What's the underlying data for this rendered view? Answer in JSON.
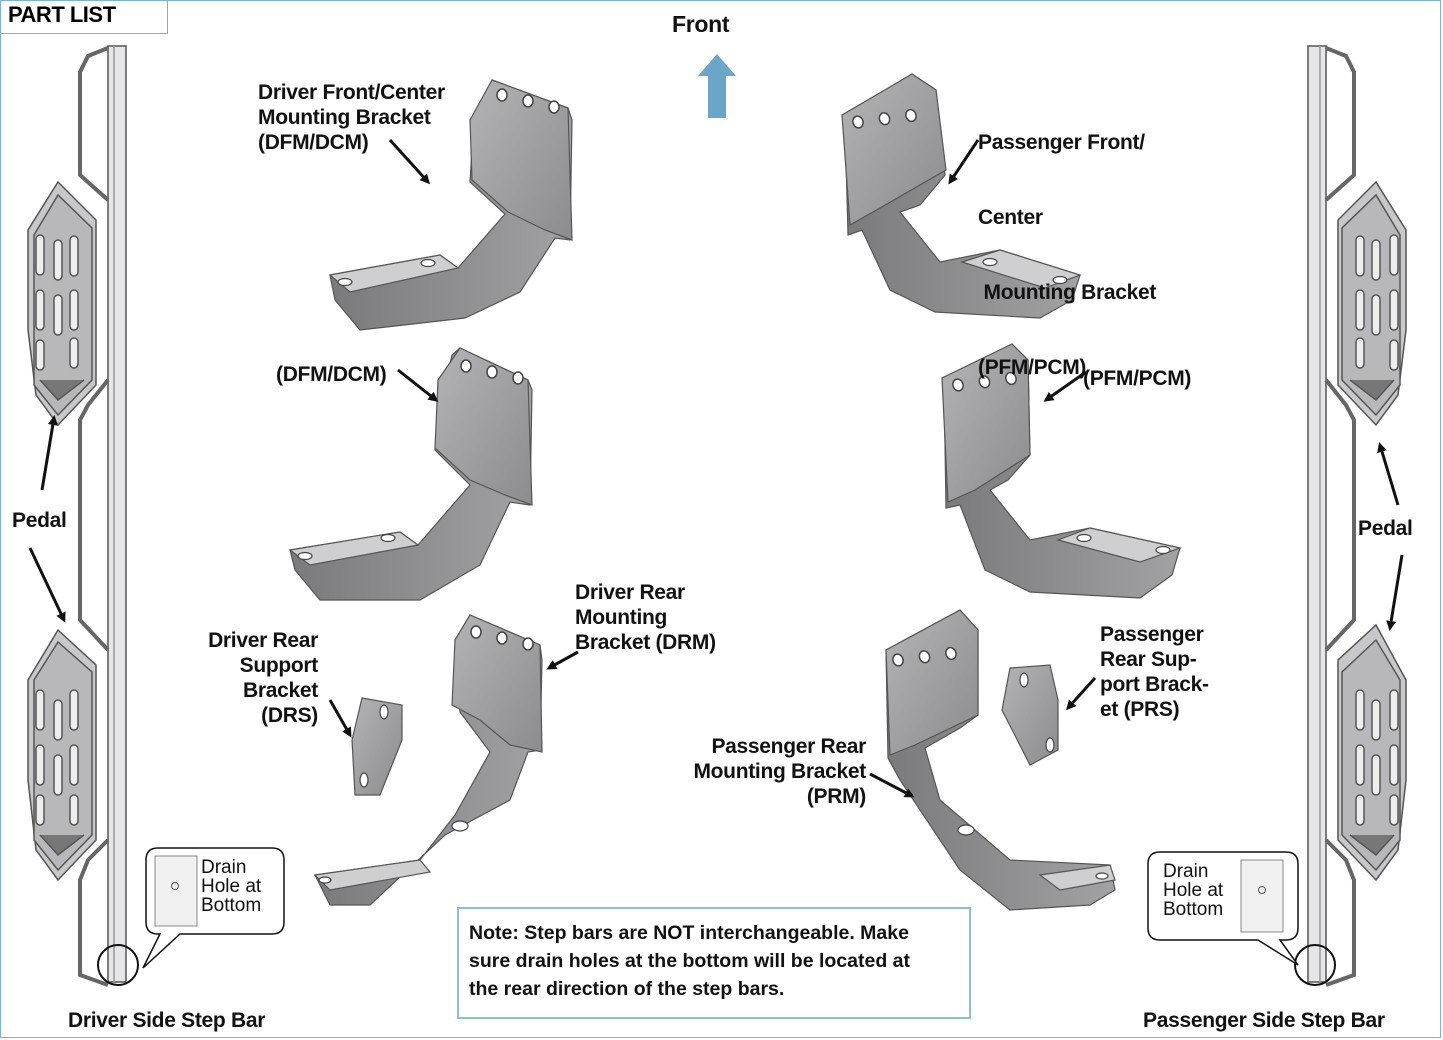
{
  "header": {
    "title": "PART LIST"
  },
  "direction": {
    "label": "Front",
    "arrow_color": "#6aa6c8"
  },
  "labels": {
    "driver_front_center": [
      "Driver Front/Center",
      "Mounting Bracket",
      "(DFM/DCM)"
    ],
    "passenger_front_center": [
      "Passenger Front/",
      "Center",
      " Mounting Bracket",
      "(PFM/PCM)"
    ],
    "dfm_dcm_short": "(DFM/DCM)",
    "pfm_pcm_short": "(PFM/PCM)",
    "driver_rear_mounting": [
      "Driver Rear",
      "Mounting",
      "Bracket (DRM)"
    ],
    "driver_rear_support": [
      "Driver Rear",
      "Support",
      "Bracket",
      "(DRS)"
    ],
    "passenger_rear_support": [
      "Passenger",
      "Rear Sup-",
      "port Brack-",
      "et (PRS)"
    ],
    "passenger_rear_mounting": [
      "Passenger Rear",
      "Mounting Bracket",
      "(PRM)"
    ],
    "pedal_left": "Pedal",
    "pedal_right": "Pedal",
    "driver_step_bar": "Driver Side Step Bar",
    "passenger_step_bar": "Passenger Side Step Bar"
  },
  "drain_callouts": {
    "left": [
      "Drain",
      "Hole at",
      "Bottom"
    ],
    "right": [
      "Drain",
      "Hole at",
      "Bottom"
    ]
  },
  "note": {
    "lines": [
      "Note: Step bars are NOT interchangeable. Make",
      "sure drain holes at the bottom will be located at",
      "the rear direction of the step bars."
    ]
  },
  "colors": {
    "border": "#7fb2d0",
    "bracket_fill": "#9a9a9c",
    "bracket_dark": "#6e6e70"
  }
}
